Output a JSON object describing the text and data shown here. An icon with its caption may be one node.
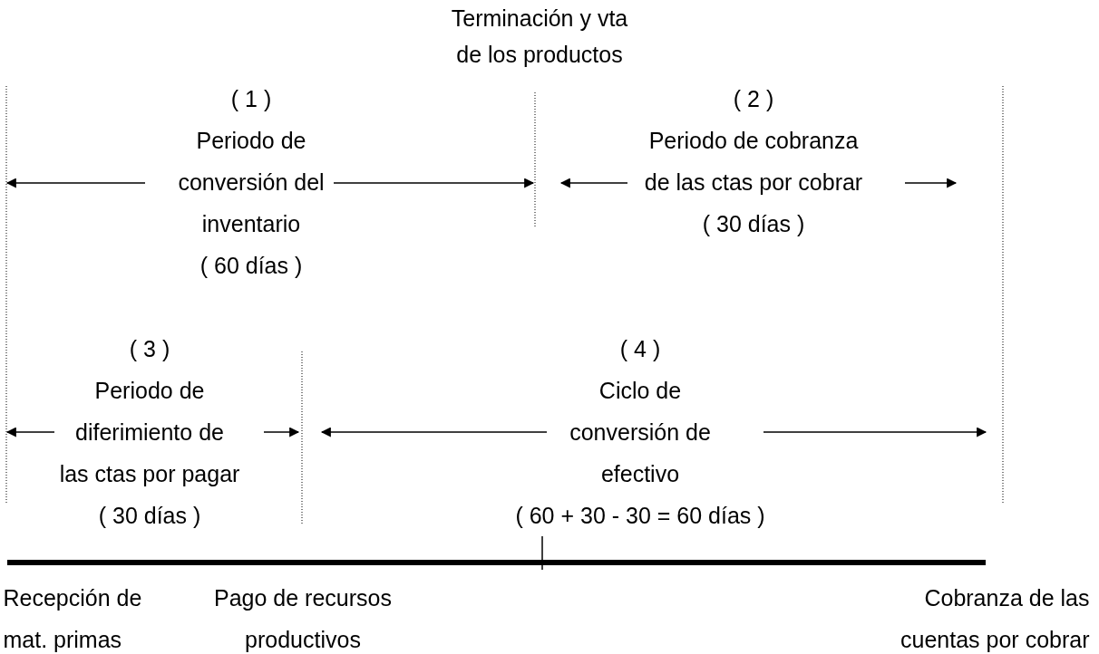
{
  "diagram": {
    "labels": [
      "Terminación y vta de los productos",
      "( 1 )",
      "Periodo de conversión del inventario",
      "( 60 días )",
      "( 2 )",
      "Periodo de cobranza de las ctas por cobrar",
      "( 30 días )",
      "( 3 )",
      "Periodo de diferimiento de las ctas por pagar",
      "( 30 días )",
      "( 4 )",
      "Ciclo de conversión de efectivo",
      "( 60 + 30 - 30 = 60 días )",
      "Recepción de mat. primas",
      "Pago de recursos productivos",
      "Cobranza de las cuentas por cobrar"
    ]
  }
}
